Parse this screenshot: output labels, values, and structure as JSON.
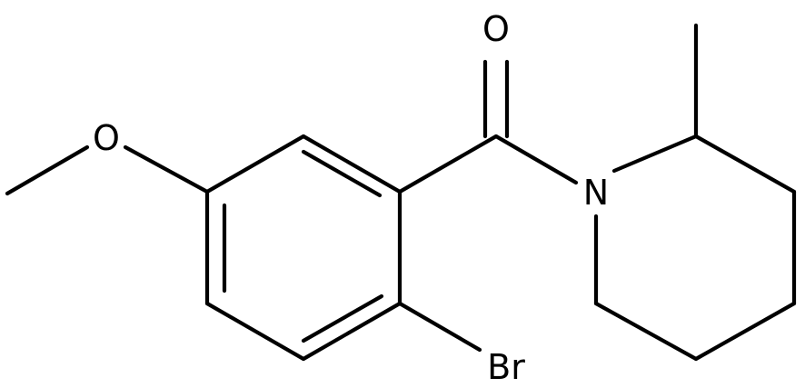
{
  "molecule": {
    "atom_labels": {
      "O_carbonyl": "O",
      "O_methoxy": "O",
      "N": "N",
      "Br": "Br"
    }
  },
  "colors": {
    "bond": "#000000",
    "label": "#000000",
    "background": "#ffffff"
  }
}
